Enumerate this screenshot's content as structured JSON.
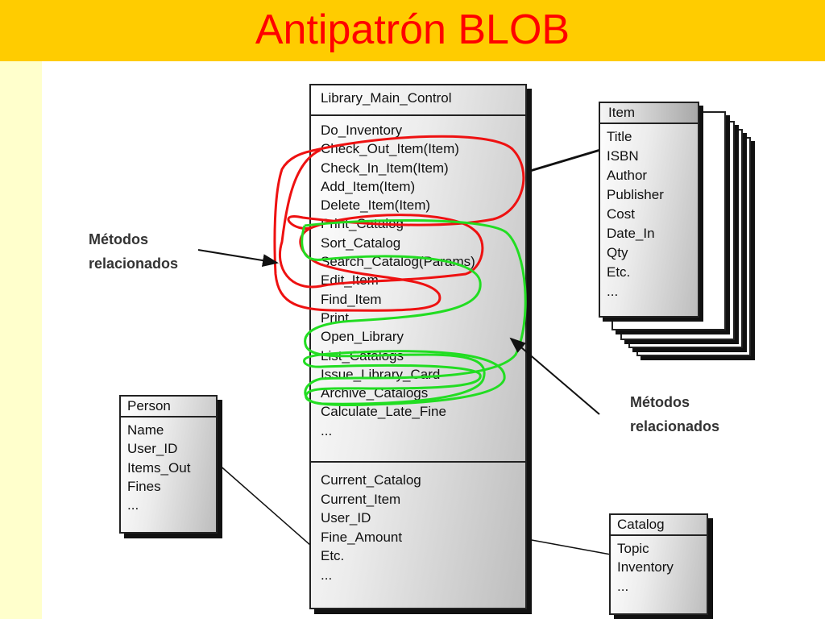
{
  "slide": {
    "title": "Antipatrón BLOB",
    "colors": {
      "header_bg": "#ffcc00",
      "title_color": "#ff0000",
      "left_band": "#ffffcc",
      "red_loop": "#ee1111",
      "green_loop": "#22dd22"
    }
  },
  "main_class": {
    "name": "Library_Main_Control",
    "methods": [
      "Do_Inventory",
      "Check_Out_Item(Item)",
      "Check_In_Item(Item)",
      "Add_Item(Item)",
      "Delete_Item(Item)",
      "Print_Catalog",
      "Sort_Catalog",
      "Search_Catalog(Params)",
      "Edit_Item",
      "Find_Item",
      "Print",
      "Open_Library",
      "List_Catalogs",
      "Issue_Library_Card",
      "Archive_Catalogs",
      "Calculate_Late_Fine",
      "..."
    ],
    "attributes": [
      "Current_Catalog",
      "Current_Item",
      "User_ID",
      "Fine_Amount",
      "Etc.",
      "..."
    ]
  },
  "item_class": {
    "name": "Item",
    "attributes": [
      "Title",
      "ISBN",
      "Author",
      "Publisher",
      "Cost",
      "Date_In",
      "Qty",
      "Etc.",
      "..."
    ]
  },
  "person_class": {
    "name": "Person",
    "attributes": [
      "Name",
      "User_ID",
      "Items_Out",
      "Fines",
      "..."
    ]
  },
  "catalog_class": {
    "name": "Catalog",
    "attributes": [
      "Topic",
      "Inventory",
      "..."
    ]
  },
  "annotations": {
    "left": [
      "Métodos",
      "relacionados"
    ],
    "right": [
      "Métodos",
      "relacionados"
    ]
  }
}
